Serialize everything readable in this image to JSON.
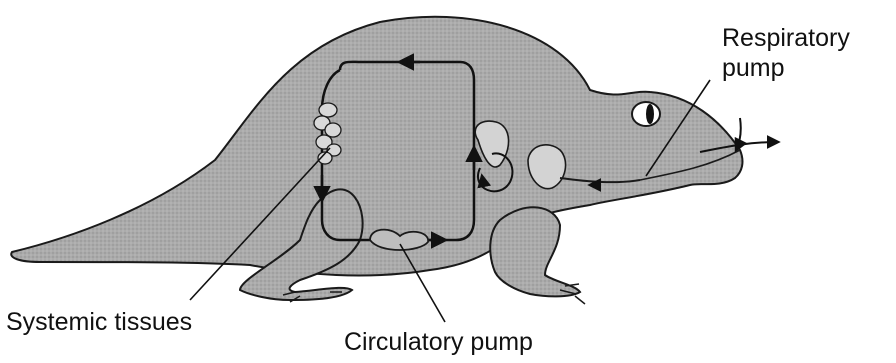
{
  "labels": {
    "respiratory": [
      "Respiratory",
      "pump"
    ],
    "systemic": "Systemic tissues",
    "circulatory": "Circulatory pump"
  },
  "colors": {
    "body_fill": "#a9a9a9",
    "outline": "#1a1a1a",
    "background": "#ffffff"
  },
  "icons": [
    "lizard-silhouette",
    "eye-icon",
    "arrowhead-icon"
  ]
}
